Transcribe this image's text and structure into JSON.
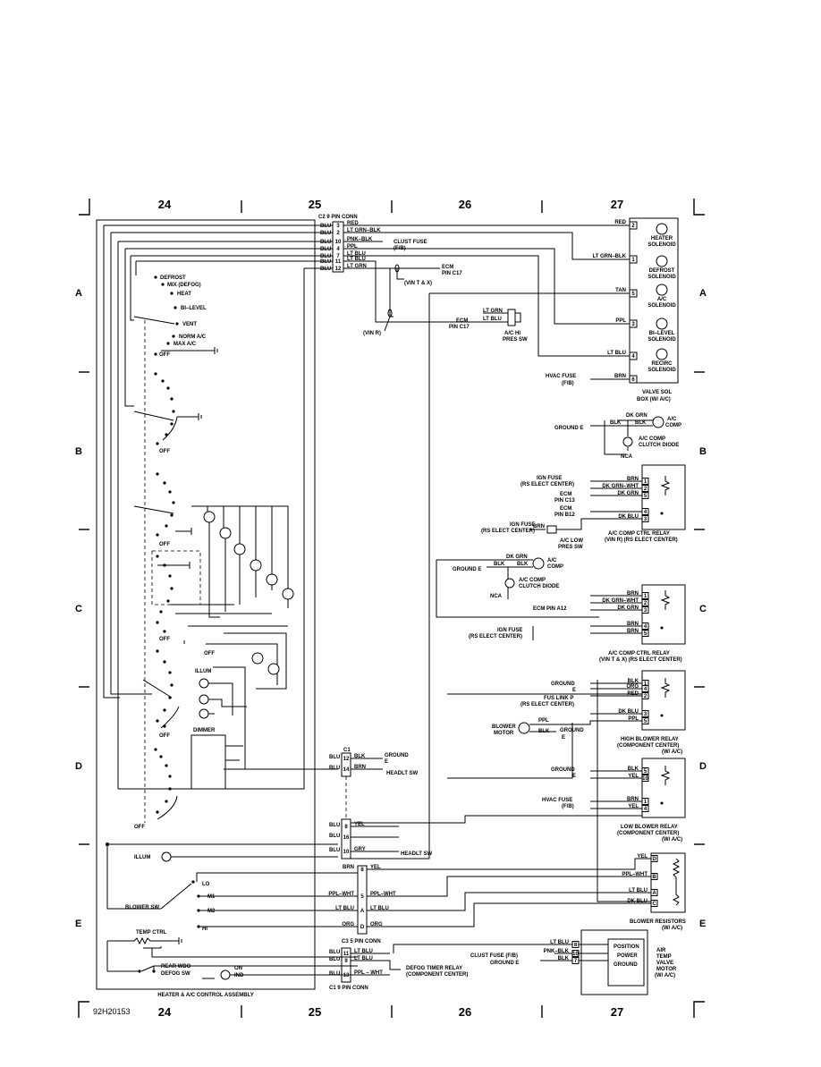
{
  "grid": {
    "columns": [
      "24",
      "25",
      "26",
      "27"
    ],
    "rows": [
      "A",
      "B",
      "C",
      "D",
      "E"
    ],
    "diagram_id": "92H20153"
  },
  "connectors": {
    "c2_title": "C2 9 PIN CONN",
    "c2_pins": [
      "3",
      "2",
      "10",
      "4",
      "7",
      "11",
      "12"
    ],
    "c2_wires": [
      "BLU",
      "BLU",
      "BLU",
      "BLU",
      "BLU",
      "BLU",
      "BLU"
    ],
    "c2_right": [
      "RED",
      "LT GRN–BLK",
      "PNK–BLK",
      "PPL",
      "LT BLU",
      "LT BLU",
      "LT GRN"
    ],
    "c1_title": "C1",
    "c1_pins": [
      "12",
      "14"
    ],
    "c1_wires": [
      "BLK",
      "BRN"
    ],
    "c1_blu": [
      "BLU",
      "BLU"
    ],
    "c1_lower_pins": [
      "8",
      "16",
      "10"
    ],
    "c1_lower_wires": [
      "YEL",
      "",
      "GRY"
    ],
    "c1_lower_blu": [
      "BLU",
      "BLU",
      "BLU"
    ],
    "c3_pins": [
      "8",
      "5",
      "A",
      "D",
      "8"
    ],
    "c3_wires": [
      "BRN",
      "PPL–WHT",
      "LT BLU",
      "ORG"
    ],
    "c3_right": [
      "YEL",
      "PPL–WHT",
      "LT BLU",
      "ORG"
    ],
    "c3_title": "C3 5 PIN CONN",
    "c1_9_title": "C1 9 PIN CONN",
    "c1_9_pins": [
      "11",
      "9",
      "13"
    ],
    "c1_9_wires": [
      "LT BLU",
      "LT BLU",
      "PPL – WHT"
    ],
    "c1_9_blu": [
      "BLU",
      "BLU",
      "BLU"
    ]
  },
  "destinations": {
    "clust_fuse": "CLUST FUSE",
    "clust_fuse_sub": "(F/B)",
    "ecm": "ECM",
    "ecm_pin": "PIN C17",
    "vin_tx": "(VIN T & X)",
    "vin_r": "(VIN R)",
    "ground_e1": "GROUND",
    "ground_e1_sub": "E",
    "headlt_sw1": "HEADLT SW",
    "headlt_sw2": "HEADLT SW",
    "defog_timer": "DEFOG TIMER RELAY",
    "defog_timer_sub": "(COMPONENT CENTER)"
  },
  "solenoids": {
    "wires": [
      "RED",
      "LT GRN–BLK",
      "TAN",
      "PPL",
      "LT BLU",
      "BRN"
    ],
    "pins": [
      "2",
      "1",
      "5",
      "3",
      "4",
      "6"
    ],
    "names": [
      "HEATER",
      "DEFROST",
      "A/C",
      "BI–LEVEL",
      "RECIRC"
    ],
    "names2": [
      "SOLENOID",
      "SOLENOID",
      "SOLENOID",
      "SOLENOID",
      "SOLENOID"
    ],
    "hvac_fuse": "HVAC FUSE",
    "hvac_fuse_sub": "(F/B)",
    "box": "VALVE SOL",
    "box2": "BOX (W/ A/C)"
  },
  "ac_hi": {
    "wire1": "LT GRN",
    "wire2": "LT BLU",
    "ecm": "ECM",
    "ecm_pin": "PIN C17",
    "name": "A/C HI",
    "name2": "PRES SW"
  },
  "ac_comp_r": {
    "wire_top": "DK GRN",
    "wire_blk": "BLK",
    "ground": "GROUND E",
    "comp": "A/C",
    "comp2": "COMP",
    "diode": "A/C COMP",
    "diode2": "CLUTCH DIODE",
    "nca": "NCA",
    "relay_wires": [
      "BRN",
      "DK GRN–WHT",
      "DK GRN",
      "",
      "DK BLU"
    ],
    "relay_pins": [
      "1",
      "2",
      "5",
      "4",
      "3"
    ],
    "ign_fuse": "IGN FUSE",
    "ign_fuse_sub": "(RS ELECT CENTER)",
    "ecm1": "ECM",
    "ecm1_pin": "PIN C13",
    "ecm2": "ECM",
    "ecm2_pin": "PIN B12",
    "ign_fuse2": "IGN FUSE",
    "ign_fuse2_sub": "(RS ELECT CENTER)",
    "ign_wire2": "BRN",
    "low_sw": "A/C LOW",
    "low_sw2": "PRES SW",
    "relay": "A/C COMP CTRL RELAY",
    "relay2": "(VIN R) (RS ELECT CENTER)"
  },
  "ac_comp_tx": {
    "wire_top": "DK GRN",
    "wire_blk": "BLK",
    "ground": "GROUND E",
    "comp": "A/C",
    "comp2": "COMP",
    "diode": "A/C COMP",
    "diode2": "CLUTCH DIODE",
    "nca": "NCA",
    "relay_wires": [
      "BRN",
      "DK GRN–WHT",
      "DK GRN",
      "BRN",
      "BRN"
    ],
    "relay_pins": [
      "1",
      "2",
      "3",
      "4",
      "5"
    ],
    "ecm": "ECM PIN A12",
    "ign_fuse": "IGN FUSE",
    "ign_fuse_sub": "(RS ELECT CENTER)",
    "relay": "A/C COMP CTRL RELAY",
    "relay2": "(VIN T & X) (RS ELECT CENTER)"
  },
  "high_blower": {
    "wires": [
      "BLK",
      "ORG",
      "RED",
      "DK BLU",
      "PPL"
    ],
    "pins": [
      "1",
      "4",
      "2",
      "3",
      "5"
    ],
    "ground": "GROUND",
    "ground_sub": "E",
    "fus": "FUS LINK P",
    "fus_sub": "(RS ELECT CENTER)",
    "motor": "BLOWER",
    "motor2": "MOTOR",
    "motor_w1": "PPL",
    "motor_w2": "BLK",
    "motor_ground": "GROUND",
    "motor_ground_sub": "E",
    "relay": "HIGH BLOWER RELAY",
    "relay2": "(COMPONENT CENTER)",
    "relay3": "(W/ A/C)"
  },
  "low_blower": {
    "wires": [
      "BLK",
      "YEL",
      "BRN",
      "YEL",
      "YEL"
    ],
    "pins": [
      "5",
      "10",
      "1",
      "4"
    ],
    "ground": "GROUND",
    "ground_sub": "E",
    "hvac": "HVAC FUSE",
    "hvac_sub": "(F/B)",
    "relay": "LOW BLOWER RELAY",
    "relay2": "(COMPONENT CENTER)",
    "relay3": "(W/ A/C)"
  },
  "resistors": {
    "wires": [
      "YEL",
      "PPL–WHT",
      "LT BLU",
      "DK BLU"
    ],
    "pins": [
      "D",
      "B",
      "A",
      "C"
    ],
    "name": "BLOWER RESISTORS",
    "name2": "(W/ A/C)"
  },
  "temp_motor": {
    "wires": [
      "LT BLU",
      "PNK–BLK",
      "BLK"
    ],
    "pins": [
      "8",
      "10",
      "7"
    ],
    "clust": "CLUST FUSE (F/B)",
    "ground": "GROUND E",
    "inner": [
      "POSITION",
      "POWER",
      "GROUND"
    ],
    "name": "AIR",
    "name2": "TEMP",
    "name3": "VALVE",
    "name4": "MOTOR",
    "name5": "(W/ A/C)"
  },
  "control": {
    "modes": [
      "DEFROST",
      "MIX (DEFOG)",
      "HEAT",
      "BI–LEVEL",
      "VENT",
      "NORM A/C",
      "MAX A/C",
      "OFF"
    ],
    "off": "OFF",
    "illum": "ILLUM",
    "dimmer": "DIMMER",
    "illum_left": "ILLUM",
    "blower_sw": "BLOWER SW",
    "blower_pos": [
      "LO",
      "M1",
      "M2",
      "HI"
    ],
    "temp_ctrl": "TEMP CTRL",
    "rear_wdo": "REAR WDO",
    "rear_wdo2": "DEFOG SW",
    "on_ind": "ON",
    "on_ind2": "IND",
    "assembly": "HEATER & A/C CONTROL ASSEMBLY"
  }
}
